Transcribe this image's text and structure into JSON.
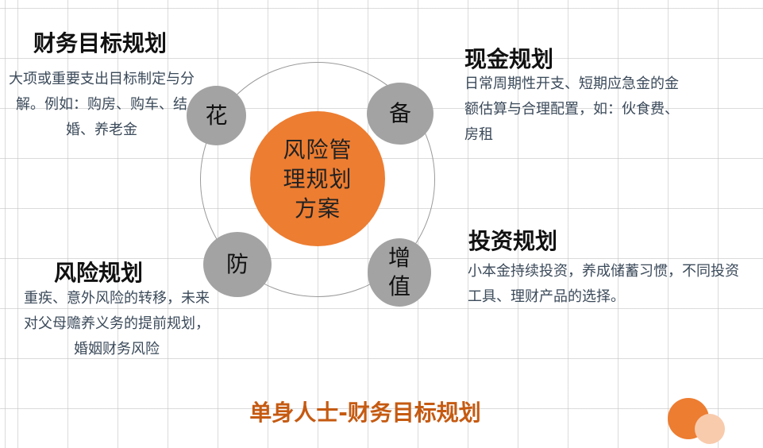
{
  "center": {
    "label": "风险管理规划方案"
  },
  "nodes": {
    "hua": "花",
    "bei": "备",
    "fang": "防",
    "zeng": "增值"
  },
  "sections": {
    "top_left": {
      "title": "财务目标规划",
      "description": "大项或重要支出目标制定与分解。例如：购房、购车、结婚、养老金"
    },
    "top_right": {
      "title": "现金规划",
      "description": "日常周期性开支、短期应急金的金额估算与合理配置，如：伙食费、房租"
    },
    "bottom_left": {
      "title": "风险规划",
      "description": "重疾、意外风险的转移，未来对父母赡养义务的提前规划，婚姻财务风险"
    },
    "bottom_right": {
      "title": "投资规划",
      "description": "小本金持续投资，养成储蓄习惯，不同投资工具、理财产品的选择。"
    }
  },
  "footer": {
    "title": "单身人士-财务目标规划"
  },
  "colors": {
    "accent_orange": "#ed7d31",
    "light_orange": "#f8cbad",
    "footer_text": "#c55a11",
    "node_gray": "#a3a3a3"
  }
}
